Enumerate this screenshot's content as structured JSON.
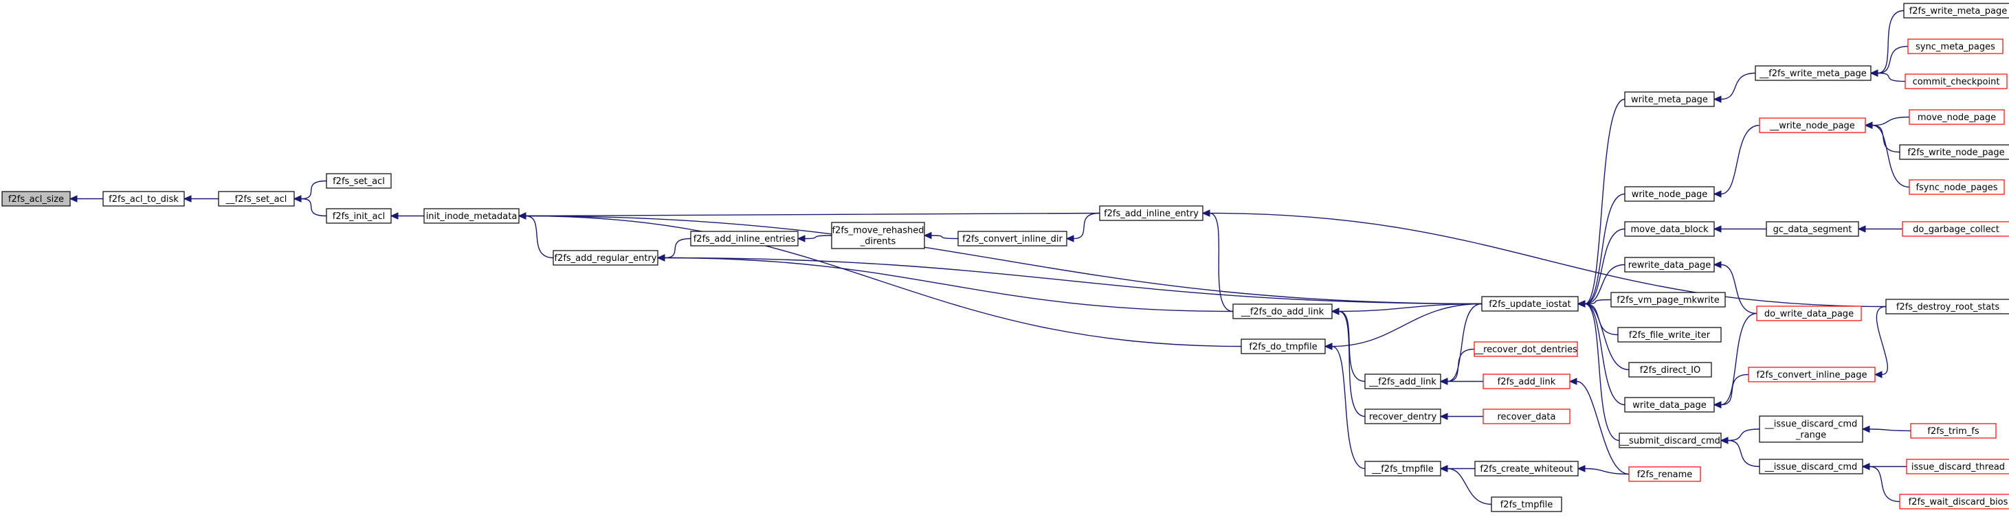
{
  "graph": {
    "nodes": [
      {
        "id": "root",
        "lines": [
          "f2fs_acl_size"
        ],
        "style": "root"
      },
      {
        "id": "acl_to_disk",
        "lines": [
          "f2fs_acl_to_disk"
        ],
        "style": "normal"
      },
      {
        "id": "__set_acl",
        "lines": [
          "__f2fs_set_acl"
        ],
        "style": "normal"
      },
      {
        "id": "set_acl",
        "lines": [
          "f2fs_set_acl"
        ],
        "style": "normal"
      },
      {
        "id": "init_acl",
        "lines": [
          "f2fs_init_acl"
        ],
        "style": "normal"
      },
      {
        "id": "init_inode_metadata",
        "lines": [
          "init_inode_metadata"
        ],
        "style": "normal"
      },
      {
        "id": "add_regular_entry",
        "lines": [
          "f2fs_add_regular_entry"
        ],
        "style": "normal"
      },
      {
        "id": "add_inline_entries",
        "lines": [
          "f2fs_add_inline_entries"
        ],
        "style": "normal"
      },
      {
        "id": "move_rehashed",
        "lines": [
          "f2fs_move_rehashed",
          "_dirents"
        ],
        "style": "normal"
      },
      {
        "id": "convert_inline_dir",
        "lines": [
          "f2fs_convert_inline_dir"
        ],
        "style": "normal"
      },
      {
        "id": "add_inline_entry",
        "lines": [
          "f2fs_add_inline_entry"
        ],
        "style": "normal"
      },
      {
        "id": "__do_add_link",
        "lines": [
          "__f2fs_do_add_link"
        ],
        "style": "normal"
      },
      {
        "id": "do_tmpfile",
        "lines": [
          "f2fs_do_tmpfile"
        ],
        "style": "normal"
      },
      {
        "id": "__add_link",
        "lines": [
          "__f2fs_add_link"
        ],
        "style": "normal"
      },
      {
        "id": "recover_dentry",
        "lines": [
          "recover_dentry"
        ],
        "style": "normal"
      },
      {
        "id": "__tmpfile",
        "lines": [
          "__f2fs_tmpfile"
        ],
        "style": "normal"
      },
      {
        "id": "update_iostat",
        "lines": [
          "f2fs_update_iostat"
        ],
        "style": "normal"
      },
      {
        "id": "recover_dot",
        "lines": [
          "__recover_dot_dentries"
        ],
        "style": "red"
      },
      {
        "id": "add_link",
        "lines": [
          "f2fs_add_link"
        ],
        "style": "red"
      },
      {
        "id": "recover_data",
        "lines": [
          "recover_data"
        ],
        "style": "red"
      },
      {
        "id": "create_whiteout",
        "lines": [
          "f2fs_create_whiteout"
        ],
        "style": "normal"
      },
      {
        "id": "tmpfile",
        "lines": [
          "f2fs_tmpfile"
        ],
        "style": "normal"
      },
      {
        "id": "rename",
        "lines": [
          "f2fs_rename"
        ],
        "style": "red"
      },
      {
        "id": "write_meta_page",
        "lines": [
          "write_meta_page"
        ],
        "style": "normal"
      },
      {
        "id": "write_node_page",
        "lines": [
          "write_node_page"
        ],
        "style": "normal"
      },
      {
        "id": "move_data_block",
        "lines": [
          "move_data_block"
        ],
        "style": "normal"
      },
      {
        "id": "rewrite_data_page",
        "lines": [
          "rewrite_data_page"
        ],
        "style": "normal"
      },
      {
        "id": "vm_page_mkwrite",
        "lines": [
          "f2fs_vm_page_mkwrite"
        ],
        "style": "normal"
      },
      {
        "id": "file_write_iter",
        "lines": [
          "f2fs_file_write_iter"
        ],
        "style": "normal"
      },
      {
        "id": "direct_io",
        "lines": [
          "f2fs_direct_IO"
        ],
        "style": "normal"
      },
      {
        "id": "write_data_page",
        "lines": [
          "write_data_page"
        ],
        "style": "normal"
      },
      {
        "id": "submit_discard",
        "lines": [
          "__submit_discard_cmd"
        ],
        "style": "normal"
      },
      {
        "id": "__write_meta_page",
        "lines": [
          "__f2fs_write_meta_page"
        ],
        "style": "normal"
      },
      {
        "id": "__write_node_page",
        "lines": [
          "__write_node_page"
        ],
        "style": "red"
      },
      {
        "id": "gc_data_segment",
        "lines": [
          "gc_data_segment"
        ],
        "style": "normal"
      },
      {
        "id": "do_write_data_page",
        "lines": [
          "do_write_data_page"
        ],
        "style": "red"
      },
      {
        "id": "convert_inline_page",
        "lines": [
          "f2fs_convert_inline_page"
        ],
        "style": "red"
      },
      {
        "id": "issue_discard_range",
        "lines": [
          "__issue_discard_cmd",
          "_range"
        ],
        "style": "normal"
      },
      {
        "id": "__issue_discard",
        "lines": [
          "__issue_discard_cmd"
        ],
        "style": "normal"
      },
      {
        "id": "f2fs_write_meta_page",
        "lines": [
          "f2fs_write_meta_page"
        ],
        "style": "normal"
      },
      {
        "id": "sync_meta_pages",
        "lines": [
          "sync_meta_pages"
        ],
        "style": "red"
      },
      {
        "id": "commit_checkpoint",
        "lines": [
          "commit_checkpoint"
        ],
        "style": "red"
      },
      {
        "id": "move_node_page",
        "lines": [
          "move_node_page"
        ],
        "style": "red"
      },
      {
        "id": "f2fs_write_node_page",
        "lines": [
          "f2fs_write_node_page"
        ],
        "style": "normal"
      },
      {
        "id": "fsync_node_pages",
        "lines": [
          "fsync_node_pages"
        ],
        "style": "red"
      },
      {
        "id": "do_garbage_collect",
        "lines": [
          "do_garbage_collect"
        ],
        "style": "red"
      },
      {
        "id": "destroy_root_stats",
        "lines": [
          "f2fs_destroy_root_stats"
        ],
        "style": "normal"
      },
      {
        "id": "trim_fs",
        "lines": [
          "f2fs_trim_fs"
        ],
        "style": "red"
      },
      {
        "id": "issue_discard_thread",
        "lines": [
          "issue_discard_thread"
        ],
        "style": "red"
      },
      {
        "id": "wait_discard_bios",
        "lines": [
          "f2fs_wait_discard_bios"
        ],
        "style": "red"
      }
    ],
    "edges": [
      {
        "from": "acl_to_disk",
        "to": "root"
      },
      {
        "from": "__set_acl",
        "to": "acl_to_disk"
      },
      {
        "from": "set_acl",
        "to": "__set_acl"
      },
      {
        "from": "init_acl",
        "to": "__set_acl"
      },
      {
        "from": "init_inode_metadata",
        "to": "init_acl"
      },
      {
        "from": "add_regular_entry",
        "to": "init_inode_metadata"
      },
      {
        "from": "add_inline_entry",
        "to": "init_inode_metadata"
      },
      {
        "from": "update_iostat",
        "to": "init_inode_metadata"
      },
      {
        "from": "do_tmpfile",
        "to": "init_inode_metadata"
      },
      {
        "from": "add_inline_entries",
        "to": "add_regular_entry"
      },
      {
        "from": "__do_add_link",
        "to": "add_regular_entry"
      },
      {
        "from": "update_iostat",
        "to": "add_regular_entry"
      },
      {
        "from": "move_rehashed",
        "to": "add_inline_entries"
      },
      {
        "from": "convert_inline_dir",
        "to": "move_rehashed"
      },
      {
        "from": "add_inline_entry",
        "to": "convert_inline_dir"
      },
      {
        "from": "destroy_root_stats",
        "to": "add_inline_entry"
      },
      {
        "from": "__do_add_link",
        "to": "add_inline_entry"
      },
      {
        "from": "update_iostat",
        "to": "__do_add_link"
      },
      {
        "from": "__add_link",
        "to": "__do_add_link"
      },
      {
        "from": "recover_dentry",
        "to": "__do_add_link"
      },
      {
        "from": "update_iostat",
        "to": "do_tmpfile"
      },
      {
        "from": "__tmpfile",
        "to": "do_tmpfile"
      },
      {
        "from": "update_iostat",
        "to": "__add_link"
      },
      {
        "from": "recover_dot",
        "to": "__add_link"
      },
      {
        "from": "add_link",
        "to": "__add_link"
      },
      {
        "from": "recover_data",
        "to": "recover_dentry"
      },
      {
        "from": "create_whiteout",
        "to": "__tmpfile"
      },
      {
        "from": "tmpfile",
        "to": "__tmpfile"
      },
      {
        "from": "rename",
        "to": "create_whiteout"
      },
      {
        "from": "rename",
        "to": "add_link"
      },
      {
        "from": "write_meta_page",
        "to": "update_iostat"
      },
      {
        "from": "write_node_page",
        "to": "update_iostat"
      },
      {
        "from": "move_data_block",
        "to": "update_iostat"
      },
      {
        "from": "rewrite_data_page",
        "to": "update_iostat"
      },
      {
        "from": "vm_page_mkwrite",
        "to": "update_iostat"
      },
      {
        "from": "file_write_iter",
        "to": "update_iostat"
      },
      {
        "from": "direct_io",
        "to": "update_iostat"
      },
      {
        "from": "write_data_page",
        "to": "update_iostat"
      },
      {
        "from": "submit_discard",
        "to": "update_iostat"
      },
      {
        "from": "__write_meta_page",
        "to": "write_meta_page"
      },
      {
        "from": "__write_node_page",
        "to": "write_node_page"
      },
      {
        "from": "gc_data_segment",
        "to": "move_data_block"
      },
      {
        "from": "do_write_data_page",
        "to": "rewrite_data_page"
      },
      {
        "from": "convert_inline_page",
        "to": "write_data_page"
      },
      {
        "from": "do_write_data_page",
        "to": "write_data_page"
      },
      {
        "from": "issue_discard_range",
        "to": "submit_discard"
      },
      {
        "from": "__issue_discard",
        "to": "submit_discard"
      },
      {
        "from": "f2fs_write_meta_page",
        "to": "__write_meta_page"
      },
      {
        "from": "sync_meta_pages",
        "to": "__write_meta_page"
      },
      {
        "from": "commit_checkpoint",
        "to": "__write_meta_page"
      },
      {
        "from": "move_node_page",
        "to": "__write_node_page"
      },
      {
        "from": "f2fs_write_node_page",
        "to": "__write_node_page"
      },
      {
        "from": "fsync_node_pages",
        "to": "__write_node_page"
      },
      {
        "from": "do_garbage_collect",
        "to": "gc_data_segment"
      },
      {
        "from": "destroy_root_stats",
        "to": "convert_inline_page"
      },
      {
        "from": "trim_fs",
        "to": "issue_discard_range"
      },
      {
        "from": "issue_discard_thread",
        "to": "__issue_discard"
      },
      {
        "from": "wait_discard_bios",
        "to": "__issue_discard"
      }
    ]
  },
  "colors": {
    "edge": "#191970",
    "node_border": "#000000",
    "node_border_highlight": "#ff0000",
    "root_fill": "#bfbfbf",
    "node_fill": "#ffffff"
  }
}
